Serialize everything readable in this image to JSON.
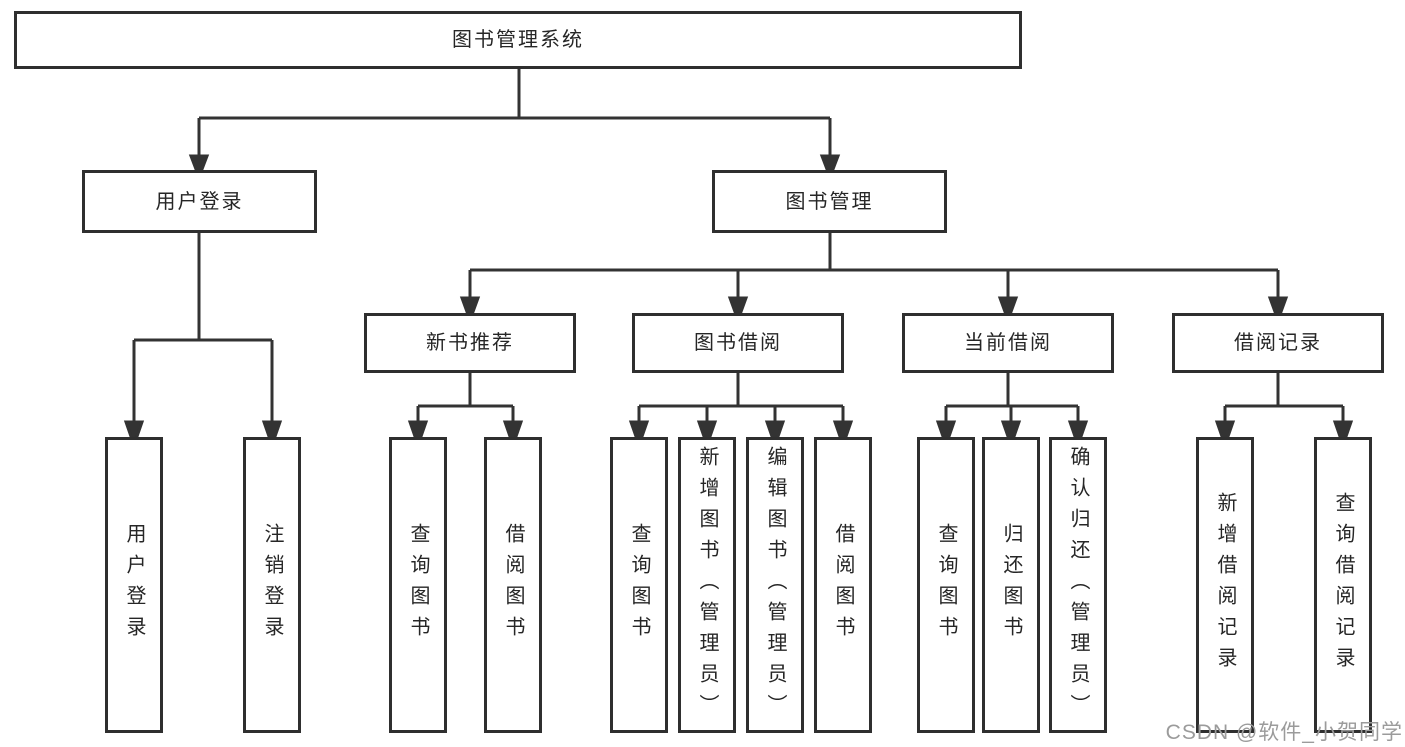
{
  "diagram": {
    "root": {
      "label": "图书管理系统"
    },
    "branches": [
      {
        "label": "用户登录",
        "leaves": [
          "用户登录",
          "注销登录"
        ]
      },
      {
        "label": "图书管理",
        "children": [
          {
            "label": "新书推荐",
            "leaves": [
              "查询图书",
              "借阅图书"
            ]
          },
          {
            "label": "图书借阅",
            "leaves": [
              "查询图书",
              "新增图书（管理员）",
              "编辑图书（管理员）",
              "借阅图书"
            ]
          },
          {
            "label": "当前借阅",
            "leaves": [
              "查询图书",
              "归还图书",
              "确认归还（管理员）"
            ]
          },
          {
            "label": "借阅记录",
            "leaves": [
              "新增借阅记录",
              "查询借阅记录"
            ]
          }
        ]
      }
    ]
  },
  "watermark": {
    "text": "CSDN @软件_小贺同学"
  },
  "colors": {
    "line": "#333333",
    "border": "#2f2f2f",
    "text": "#262626",
    "watermark": "#9b9b9b",
    "background": "#ffffff"
  }
}
